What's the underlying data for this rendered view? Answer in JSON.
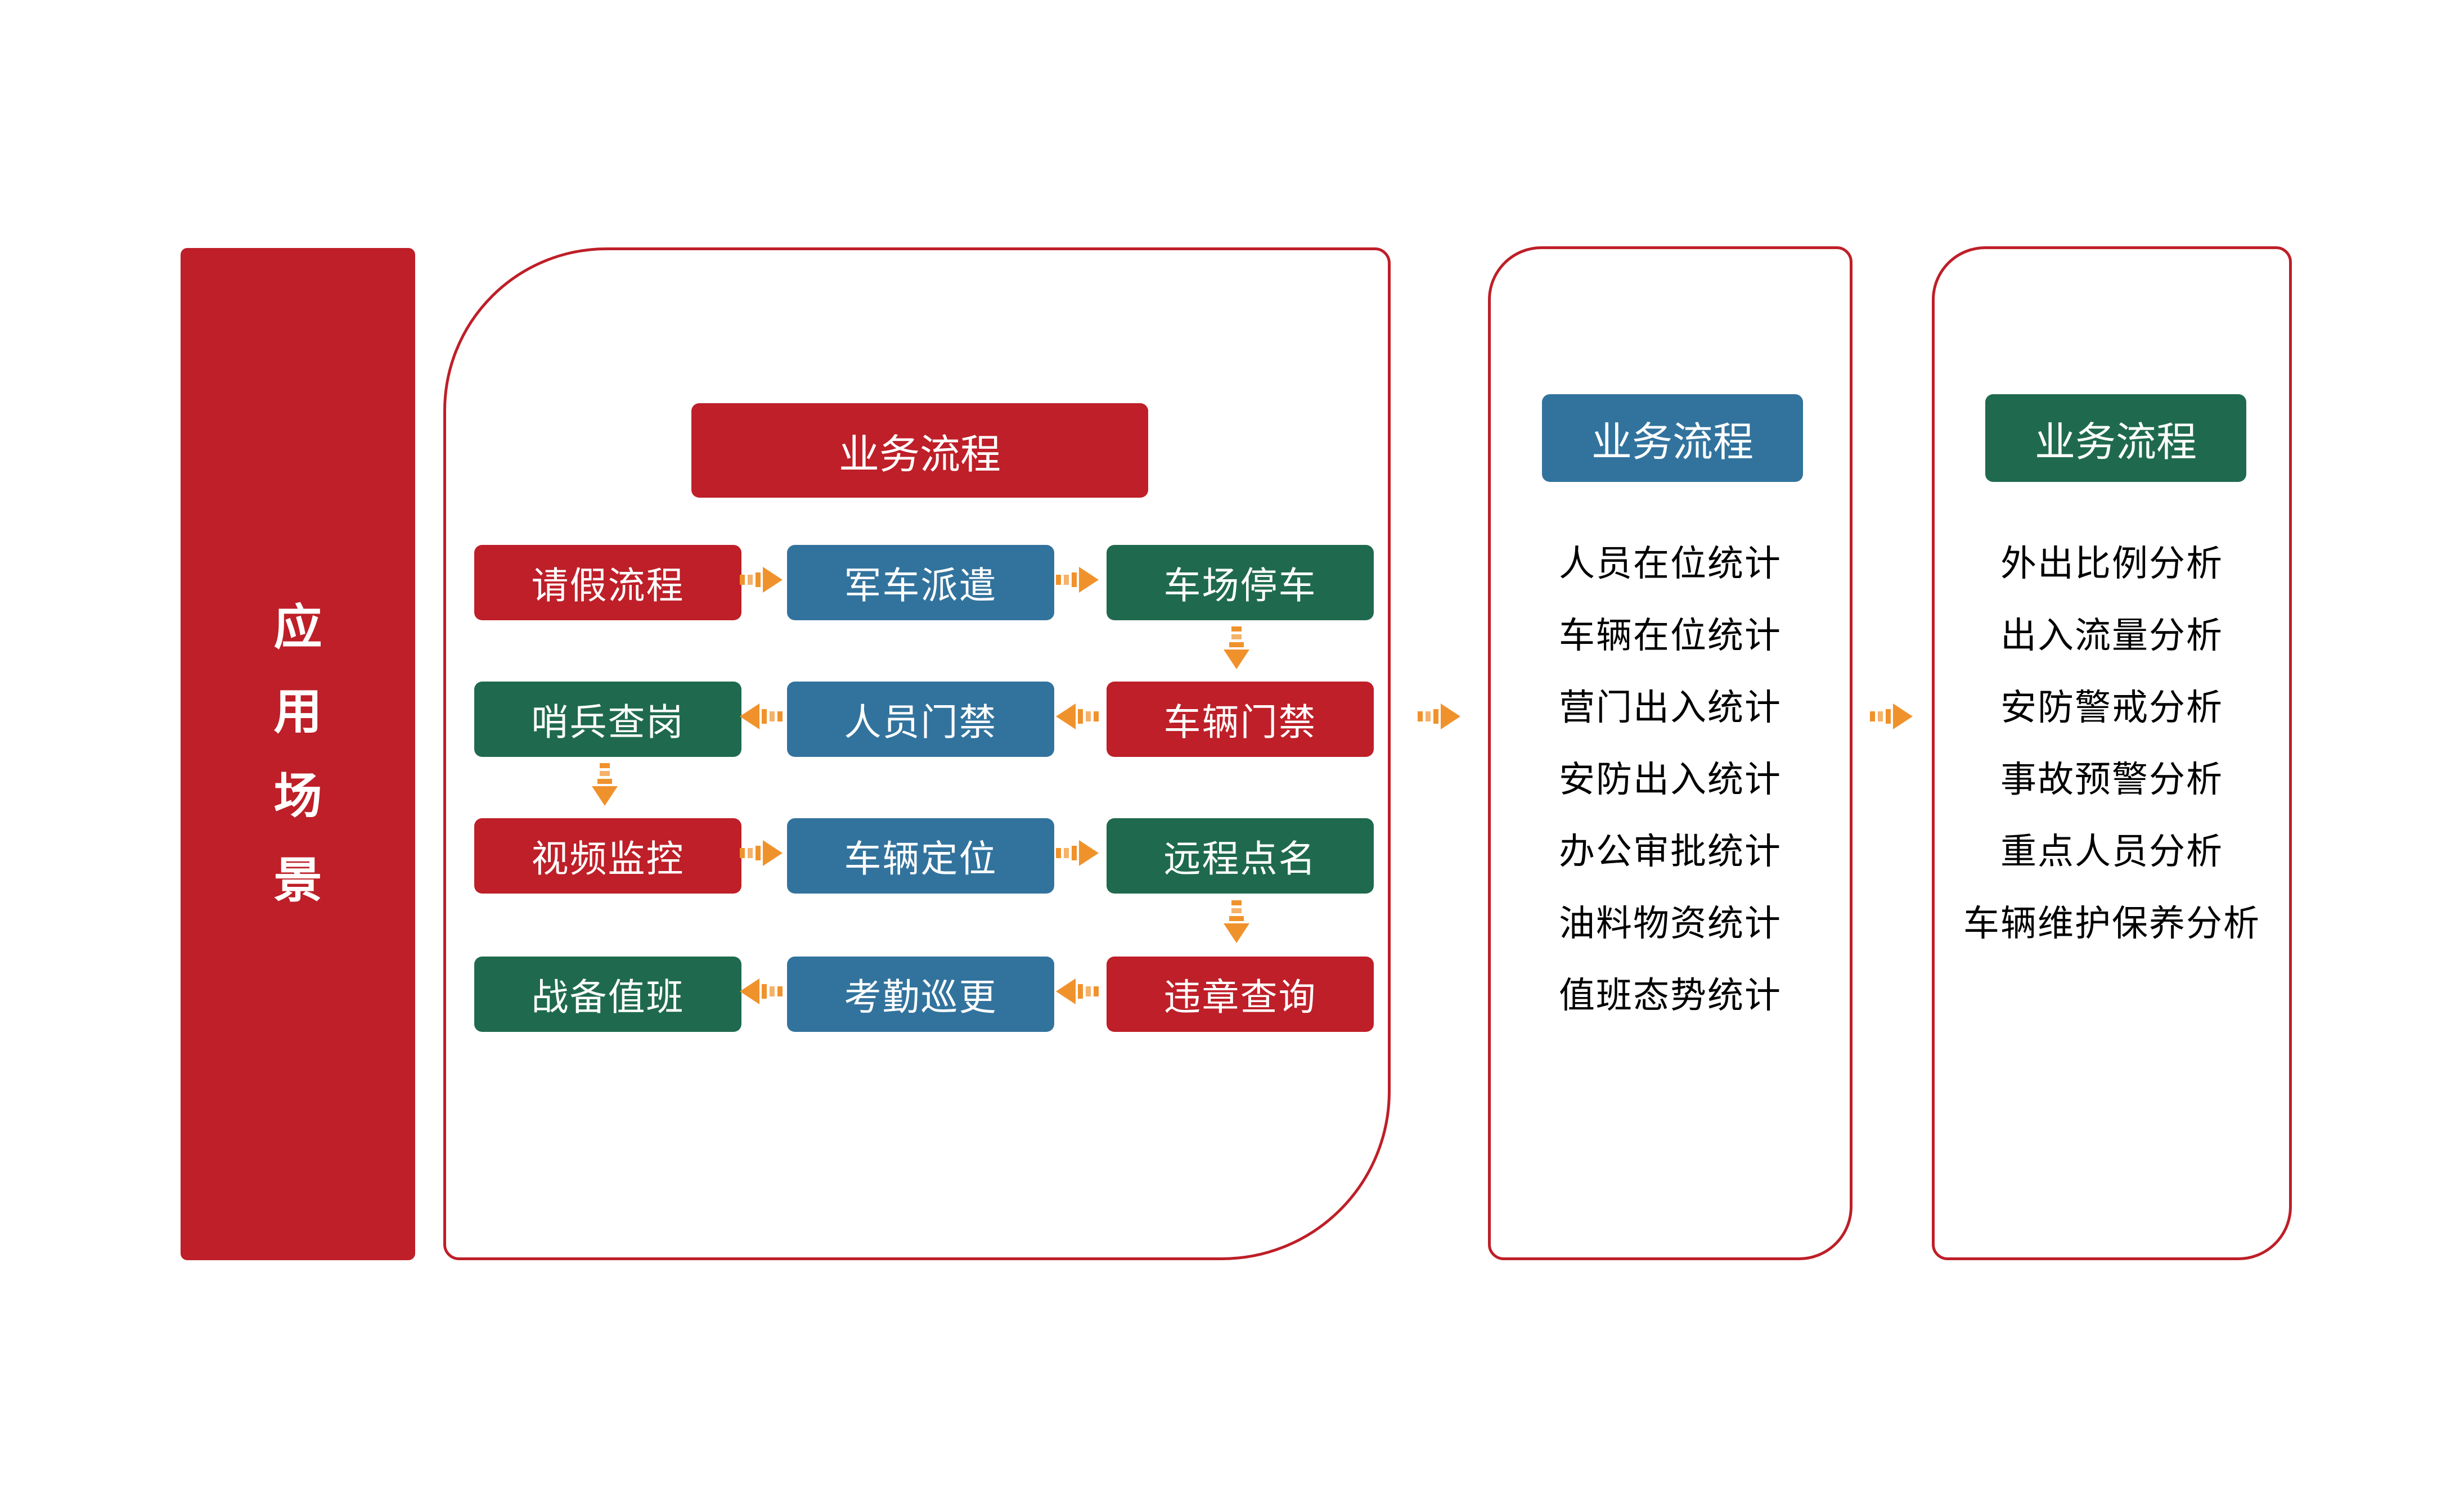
{
  "colors": {
    "red": "#BE1F28",
    "blue": "#32739D",
    "green": "#1F6A4E",
    "orange_arrow": "#F0922C",
    "panel_border": "#BE1F28",
    "background": "#FFFFFF"
  },
  "sidebar": {
    "label": "应用场景",
    "chars": [
      "应",
      "用",
      "场",
      "景"
    ]
  },
  "panel1": {
    "header": "业务流程",
    "rows": [
      [
        "请假流程",
        "军车派遣",
        "车场停车"
      ],
      [
        "哨兵查岗",
        "人员门禁",
        "车辆门禁"
      ],
      [
        "视频监控",
        "车辆定位",
        "远程点名"
      ],
      [
        "战备值班",
        "考勤巡更",
        "违章查询"
      ]
    ]
  },
  "panel2": {
    "header": "业务流程",
    "items": [
      "人员在位统计",
      "车辆在位统计",
      "营门出入统计",
      "安防出入统计",
      "办公审批统计",
      "油料物资统计",
      "值班态势统计"
    ]
  },
  "panel3": {
    "header": "业务流程",
    "items": [
      "外出比例分析",
      "出入流量分析",
      "安防警戒分析",
      "事故预警分析",
      "重点人员分析",
      "车辆维护保养分析"
    ]
  }
}
